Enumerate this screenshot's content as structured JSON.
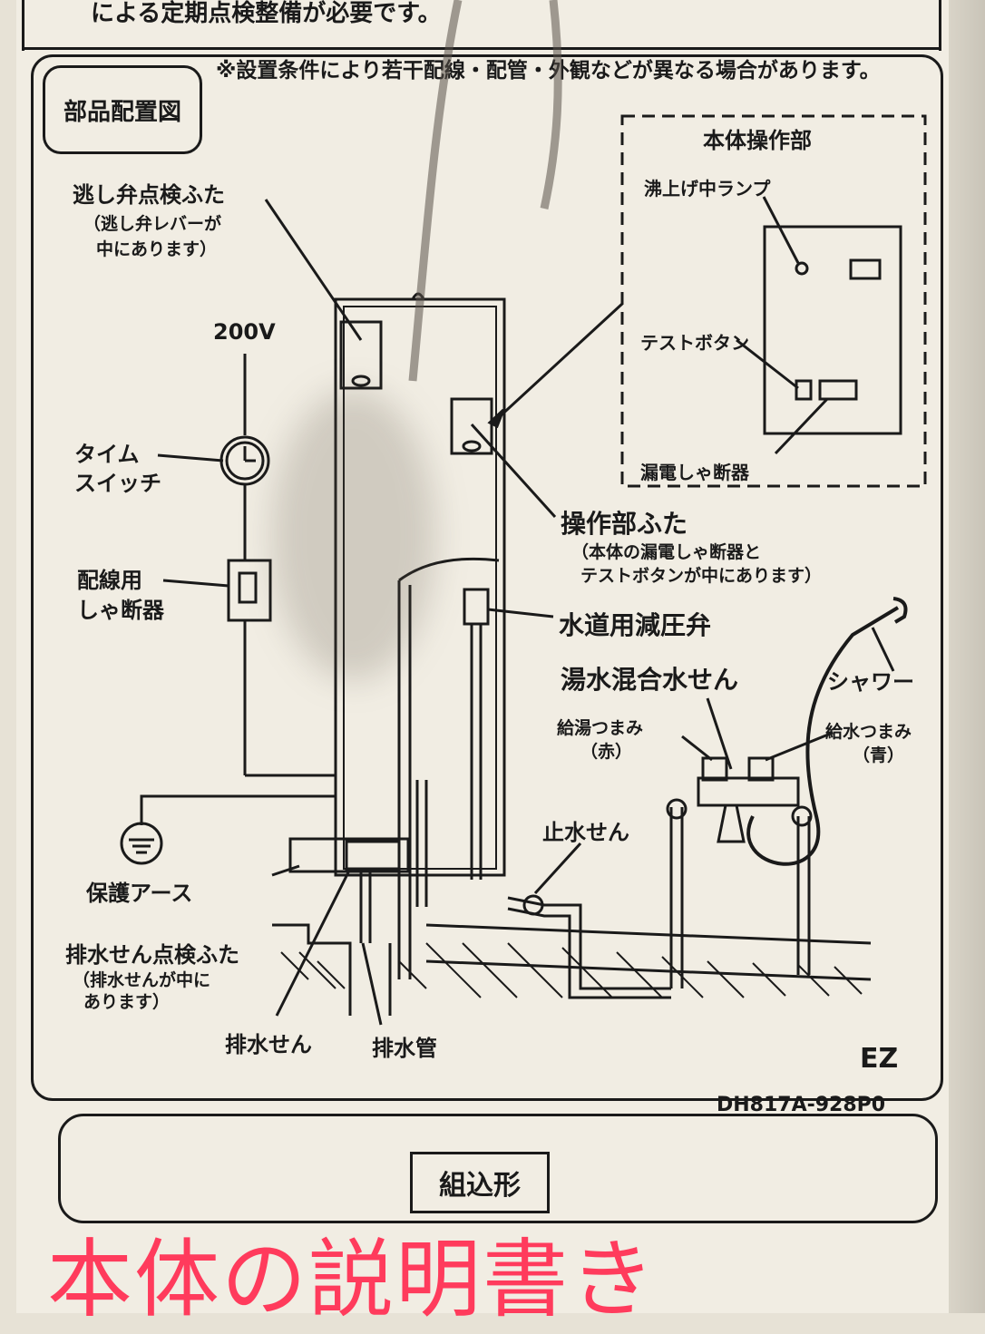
{
  "header_text": "による定期点検整備が必要です。",
  "note": "※設置条件により若干配線・配管・外観などが異なる場合があります。",
  "section_title": "部品配置図",
  "operation_panel": {
    "title": "本体操作部",
    "lamp": "沸上げ中ランプ",
    "test_button": "テストボタン",
    "breaker": "漏電しゃ断器"
  },
  "labels": {
    "relief_cover": "逃し弁点検ふた",
    "relief_note_1": "（逃し弁レバーが",
    "relief_note_2": "中にあります）",
    "voltage": "200V",
    "timer_1": "タイム",
    "timer_2": "スイッチ",
    "wiring_breaker_1": "配線用",
    "wiring_breaker_2": "しゃ断器",
    "ground": "保護アース",
    "drain_cover": "排水せん点検ふた",
    "drain_note_1": "（排水せんが中に",
    "drain_note_2": "あります）",
    "drain_plug": "排水せん",
    "drain_pipe": "排水管",
    "operation_cover": "操作部ふた",
    "operation_note_1": "（本体の漏電しゃ断器と",
    "operation_note_2": "テストボタンが中にあります）",
    "pressure_valve": "水道用減圧弁",
    "mixer": "湯水混合水せん",
    "hot_knob_1": "給湯つまみ",
    "hot_knob_2": "（赤）",
    "cold_knob_1": "給水つまみ",
    "cold_knob_2": "（青）",
    "shower": "シャワー",
    "stop_valve": "止水せん",
    "model": "EZ",
    "code": "DH817A-928P0"
  },
  "bottom_label": "組込形",
  "overlay_text": "本体の説明書き",
  "colors": {
    "plate": "#f1ede3",
    "ink": "#1a1a1a",
    "overlay": "#ff3b5c"
  }
}
